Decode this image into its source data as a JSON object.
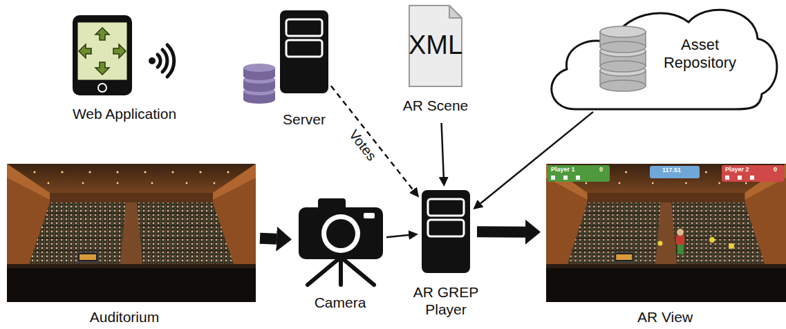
{
  "diagram": {
    "nodes": [
      {
        "text": [
          "Web Application"
        ]
      },
      {
        "text": [
          "Server"
        ]
      },
      {
        "text": [
          "XML",
          "AR Scene"
        ]
      },
      {
        "text": [
          "Asset Repository"
        ]
      },
      {
        "text": [
          "Auditorium"
        ]
      },
      {
        "text": [
          "Camera"
        ]
      },
      {
        "text": [
          "AR GREP Player"
        ]
      },
      {
        "text": [
          "AR View"
        ]
      }
    ],
    "edges": [
      {
        "from": 1,
        "to": 6,
        "arrow": "to",
        "label": "Votes"
      },
      {
        "from": 2,
        "to": 6,
        "arrow": "to"
      },
      {
        "from": 3,
        "to": 6,
        "arrow": "to"
      },
      {
        "from": 4,
        "to": 5,
        "arrow": "to"
      },
      {
        "from": 5,
        "to": 6,
        "arrow": "to"
      },
      {
        "from": 6,
        "to": 7,
        "arrow": "to"
      }
    ],
    "labels": [
      "Player 1",
      "0",
      "117.51",
      "Player 2",
      "0"
    ]
  }
}
